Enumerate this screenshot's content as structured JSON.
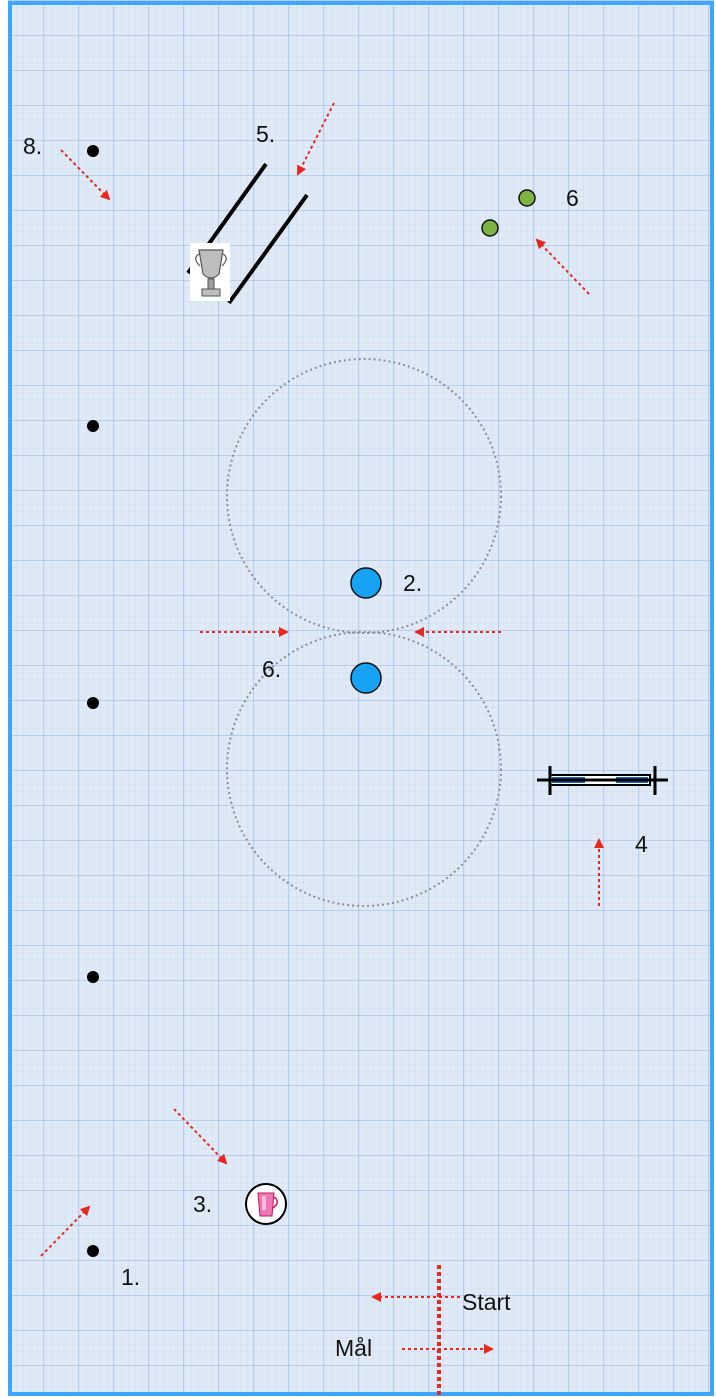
{
  "labels": {
    "station_1": "1.",
    "station_2": "2.",
    "station_3": "3.",
    "station_4": "4",
    "station_5": "5.",
    "station_6_top": "6",
    "station_6_middle": "6.",
    "station_8": "8.",
    "start": "Start",
    "finish": "Mål"
  },
  "colors": {
    "grid_background": "#dfeaf6",
    "grid_line": "#a9c6ea",
    "border": "#3fa6ff",
    "arrow": "#e8271e",
    "cone_blue": "#17a3f5",
    "cone_green": "#7cb342",
    "marker_black": "#000000",
    "circle_dotted": "#8e8e8e",
    "jump_pole": "#1565c0",
    "jug_pink": "#ef77b3"
  },
  "icons": {
    "trophy": "trophy-icon",
    "jug": "jug-icon"
  }
}
